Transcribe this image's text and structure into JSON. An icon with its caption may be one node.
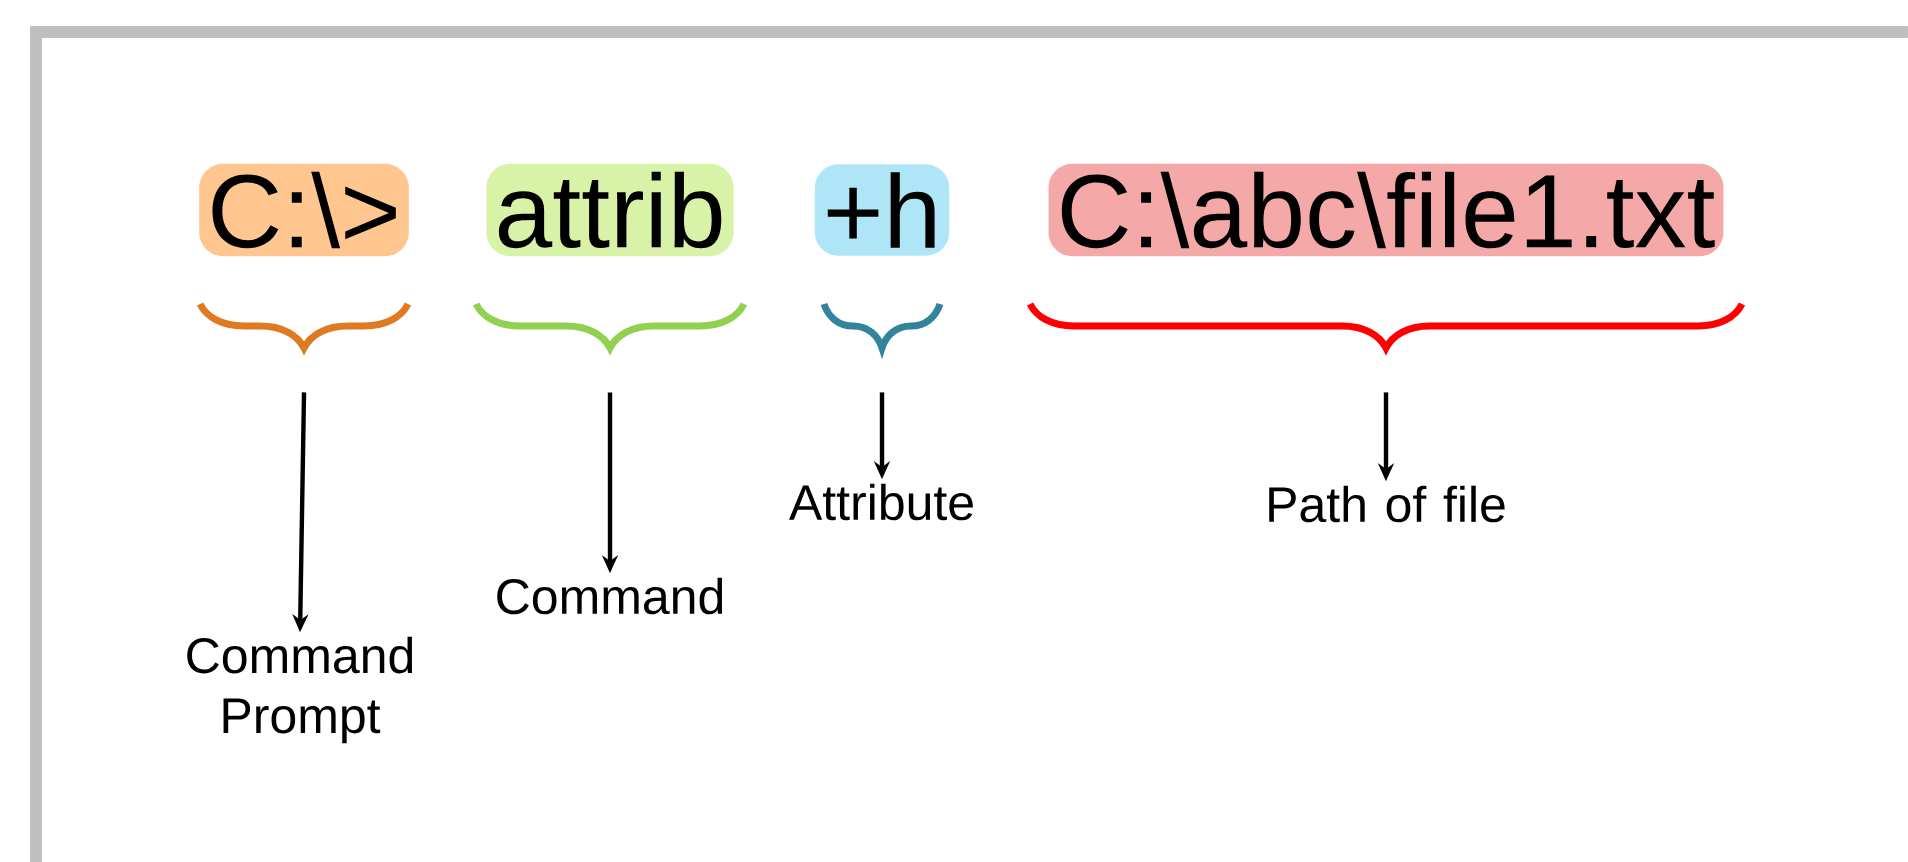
{
  "diagram": {
    "nodes": [
      {
        "text": [
          "C:\\>"
        ]
      },
      {
        "text": [
          "attrib"
        ]
      },
      {
        "text": [
          "+h"
        ]
      },
      {
        "text": [
          "C:\\abc\\file1.txt"
        ]
      },
      {
        "text": [
          "Command Prompt"
        ]
      },
      {
        "text": [
          "Command"
        ]
      },
      {
        "text": [
          "Attribute"
        ]
      },
      {
        "text": [
          "Path of file"
        ]
      }
    ],
    "edges": [
      {
        "from": 0,
        "to": 4,
        "arrow": "to"
      },
      {
        "from": 1,
        "to": 5,
        "arrow": "to"
      },
      {
        "from": 2,
        "to": 6,
        "arrow": "to"
      },
      {
        "from": 3,
        "to": 7,
        "arrow": "to"
      }
    ]
  }
}
